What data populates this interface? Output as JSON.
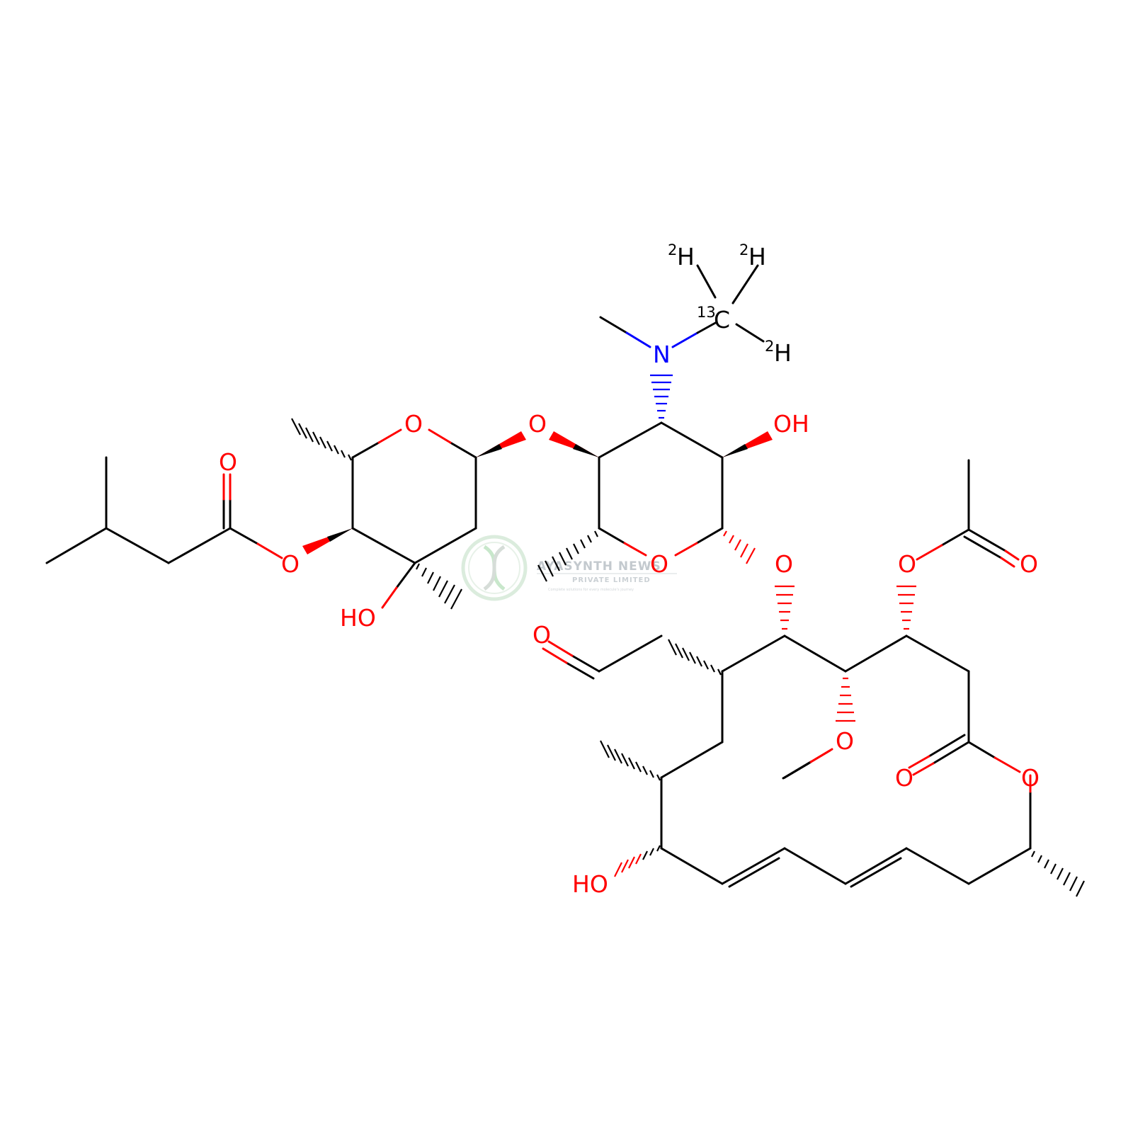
{
  "colors": {
    "carbon": "#000000",
    "oxygen": "#ff0000",
    "nitrogen": "#0000ff",
    "watermark": "#b9c0c6",
    "watermark_green": "#bfe3c3"
  },
  "atom_labels": {
    "O": "O",
    "OH": "OH",
    "HO": "HO",
    "N": "N",
    "C": "C",
    "H": "H",
    "mass_13": "13",
    "mass_2": "2"
  },
  "watermark": {
    "name": "AYASYNTH NEWS",
    "subtitle": "PRIVATE LIMITED",
    "tagline": "Complete solutions for every molecule's journey"
  }
}
